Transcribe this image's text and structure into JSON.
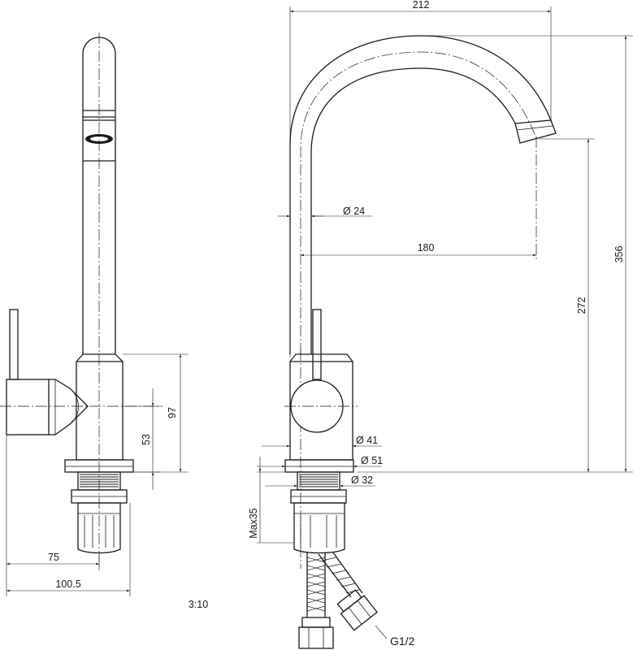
{
  "side_view": {
    "dim_height_total": "97",
    "dim_height_lower": "53",
    "dim_reach_inner": "75",
    "dim_reach_outer": "100.5"
  },
  "front_view": {
    "dim_width_total": "212",
    "dim_spout_dia": "Ø 24",
    "dim_spout_reach": "180",
    "dim_spout_height": "272",
    "dim_total_height": "356",
    "dim_body_dia": "Ø 41",
    "dim_base_dia": "Ø 51",
    "dim_shank_dia": "Ø 32",
    "dim_max_counter": "Max35",
    "hose_connection": "G1/2"
  },
  "scale_note": "3:10",
  "colors": {
    "line": "#1a1a1a",
    "background": "#ffffff"
  }
}
